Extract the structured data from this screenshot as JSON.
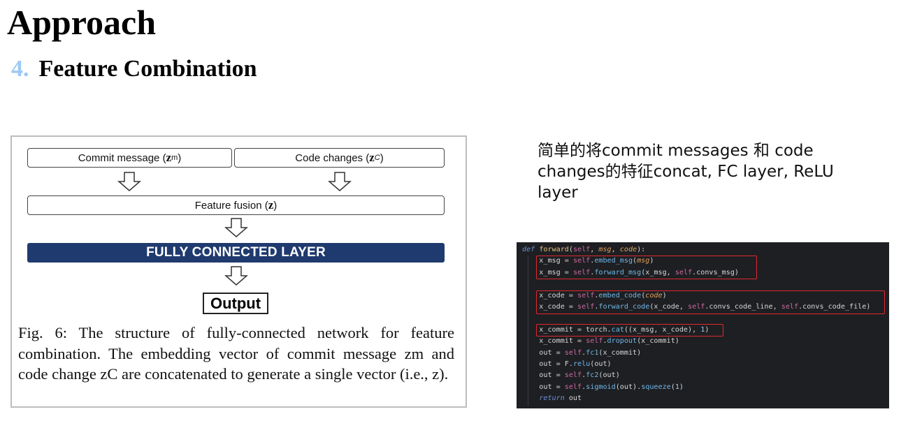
{
  "slide": {
    "title": "Approach",
    "section_number": "4.",
    "section_title": "Feature Combination"
  },
  "figure": {
    "box_commit_text": "Commit message (",
    "box_commit_symbol": "z",
    "box_commit_sub": "m",
    "box_code_text": "Code changes (",
    "box_code_symbol": "z",
    "box_code_sub": "C",
    "box_close": ")",
    "fusion_text": "Feature fusion (",
    "fusion_symbol": "z",
    "fc_label": "FULLY CONNECTED LAYER",
    "output_label": "Output",
    "caption": "Fig. 6: The structure of fully-connected network for feature combination. The embedding vector of commit message zm and code change zC are concatenated to generate a single vector (i.e., z)."
  },
  "note": {
    "text": "简单的将commit messages 和 code changes的特征concat, FC layer, ReLU layer"
  },
  "code": {
    "lines": [
      "def forward(self, msg, code):",
      "    x_msg = self.embed_msg(msg)",
      "    x_msg = self.forward_msg(x_msg, self.convs_msg)",
      "",
      "    x_code = self.embed_code(code)",
      "    x_code = self.forward_code(x_code, self.convs_code_line, self.convs_code_file)",
      "",
      "    x_commit = torch.cat((x_msg, x_code), 1)",
      "    x_commit = self.dropout(x_commit)",
      "    out = self.fc1(x_commit)",
      "    out = F.relu(out)",
      "    out = self.fc2(out)",
      "    out = self.sigmoid(out).squeeze(1)",
      "    return out"
    ],
    "highlight_color": "#e0282f",
    "background": "#1e1f22"
  }
}
